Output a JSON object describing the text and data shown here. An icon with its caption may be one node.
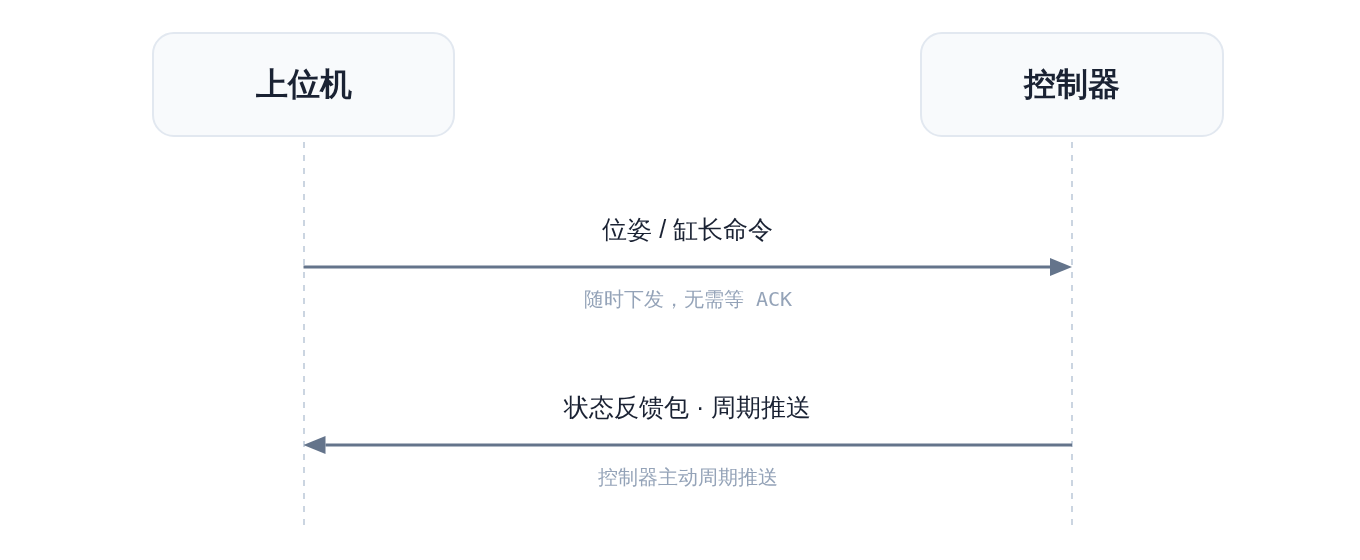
{
  "diagram": {
    "nodes": [
      {
        "text": [
          "上位机"
        ]
      },
      {
        "text": [
          "控制器"
        ]
      }
    ],
    "edges": [
      {
        "from": 0,
        "to": 1,
        "arrow": "to",
        "label": "位姿 / 缸长命令"
      },
      {
        "from": 1,
        "to": 0,
        "arrow": "to",
        "label": "状态反馈包 · 周期推送"
      }
    ],
    "labels": [
      "随时下发，无需等 ACK",
      "控制器主动周期推送"
    ]
  }
}
